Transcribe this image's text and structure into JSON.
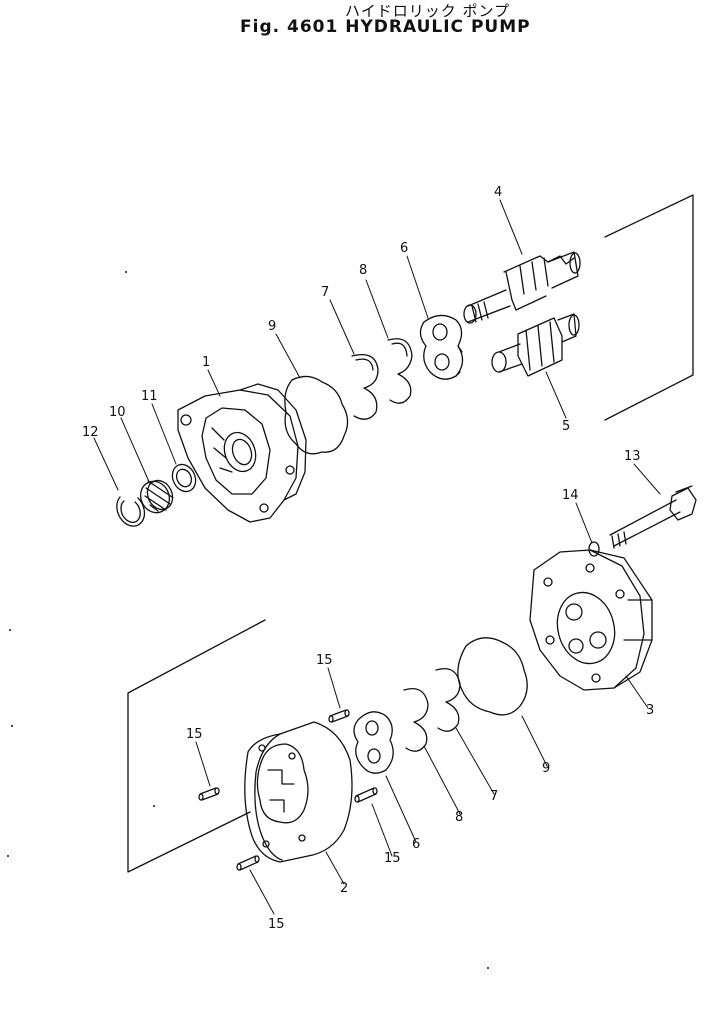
{
  "title_jp": "ハイドロリック ポンプ",
  "title_en": "Fig. 4601 HYDRAULIC PUMP",
  "callouts": {
    "c1": "1",
    "c2": "2",
    "c3": "3",
    "c4": "4",
    "c5": "5",
    "c6a": "6",
    "c6b": "6",
    "c7a": "7",
    "c7b": "7",
    "c8a": "8",
    "c8b": "8",
    "c9a": "9",
    "c9b": "9",
    "c10": "10",
    "c11": "11",
    "c12": "12",
    "c13": "13",
    "c14": "14",
    "c15a": "15",
    "c15b": "15",
    "c15c": "15",
    "c15d": "15"
  }
}
